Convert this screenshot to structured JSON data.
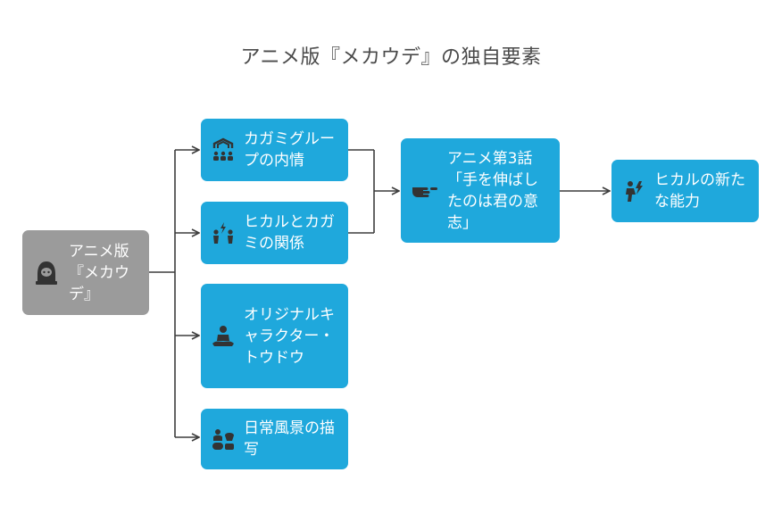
{
  "title": "アニメ版『メカウデ』の独自要素",
  "colors": {
    "root": "#9b9b9b",
    "node": "#1fa8dc",
    "line": "#3d3d3d",
    "title": "#4a4a4a"
  },
  "root": {
    "label": "アニメ版『メカウデ』",
    "icon": "hooded-figure-icon"
  },
  "branches": [
    {
      "label": "カガミグループの内情",
      "icon": "organization-icon"
    },
    {
      "label": "ヒカルとカガミの関係",
      "icon": "relationship-icon"
    },
    {
      "label": "オリジナルキャラクター・トウドウ",
      "icon": "meditating-figure-icon"
    },
    {
      "label": "日常風景の描写",
      "icon": "daily-life-icon"
    }
  ],
  "episode": {
    "label": "アニメ第3話「手を伸ばしたのは君の意志」",
    "icon": "pointing-hand-icon"
  },
  "result": {
    "label": "ヒカルの新たな能力",
    "icon": "power-figure-icon"
  }
}
